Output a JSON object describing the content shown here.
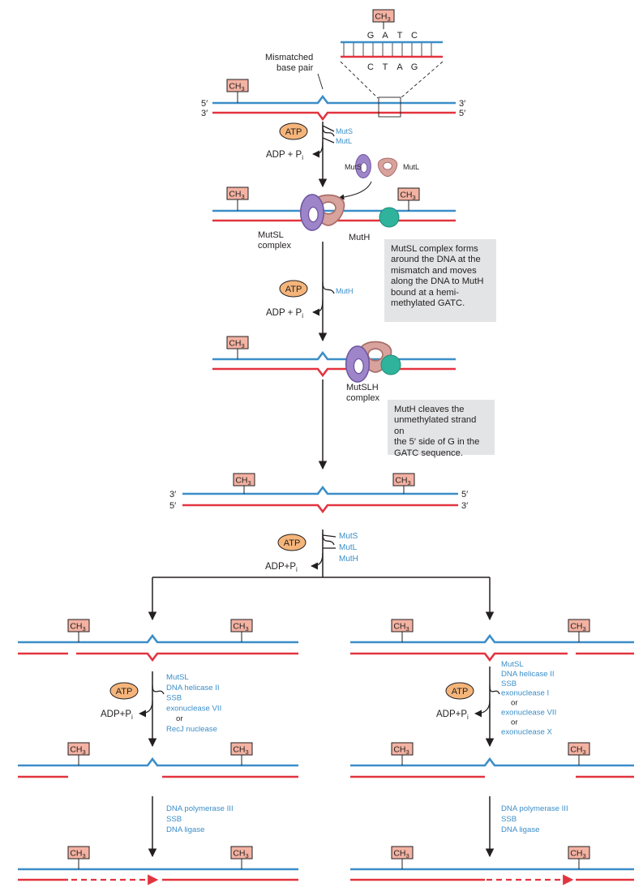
{
  "colors": {
    "top_strand": "#3b8ec8",
    "bottom_strand": "#e2343f",
    "atp_fill": "#f5b57a",
    "ch3_fill": "#f3b2a2",
    "mutS": "#a98fd0",
    "mutL": "#d9a5a0",
    "mutH": "#2fb39c",
    "note_bg": "#e3e4e5",
    "protein_label": "#3b8ec8"
  },
  "icons": {
    "methyl_tag": "ch3-box-icon",
    "energy": "atp-oval-icon",
    "mutS": "mutS-ring-icon",
    "mutL": "mutL-clamp-icon",
    "mutH": "mutH-sphere-icon"
  },
  "labels": {
    "ch3": "CH",
    "ch3_sub": "3",
    "atp": "ATP",
    "adp_pi_spaced": "ADP + P",
    "adp_pi_tight": "ADP+P",
    "pi_sub": "i",
    "five_prime": "5′",
    "three_prime": "3′",
    "gatc_top": [
      "G",
      "A",
      "T",
      "C"
    ],
    "gatc_bottom": [
      "C",
      "T",
      "A",
      "G"
    ],
    "mismatch_line1": "Mismatched",
    "mismatch_line2": "base pair",
    "mutS": "MutS",
    "mutL": "MutL",
    "mutH": "MutH",
    "mutSL_line1": "MutSL",
    "mutSL_line2": "complex",
    "mutSLH_line1": "MutSLH",
    "mutSLH_line2": "complex"
  },
  "notes": {
    "note1": "MutSL complex forms\naround the DNA at the\nmismatch and moves\nalong the DNA to MutH\nbound at a hemi-\nmethylated GATC.",
    "note2": "MutH cleaves the\nunmethylated strand on\nthe 5′ side of G in the\nGATC sequence."
  },
  "enzymes": {
    "step1": [
      "MutS",
      "MutL"
    ],
    "step2": [
      "MutH"
    ],
    "step3": [
      "MutS",
      "MutL",
      "MutH"
    ],
    "left_excision": [
      "MutSL",
      "DNA helicase II",
      "SSB",
      "exonuclease VII",
      "or",
      "RecJ nuclease"
    ],
    "right_excision": [
      "MutSL",
      "DNA helicase II",
      "SSB",
      "exonuclease I",
      "or",
      "exonuclease VII",
      "or",
      "exonuclease X"
    ],
    "left_synthesis": [
      "DNA polymerase III",
      "SSB",
      "DNA ligase"
    ],
    "right_synthesis": [
      "DNA polymerase III",
      "SSB",
      "DNA ligase"
    ]
  }
}
